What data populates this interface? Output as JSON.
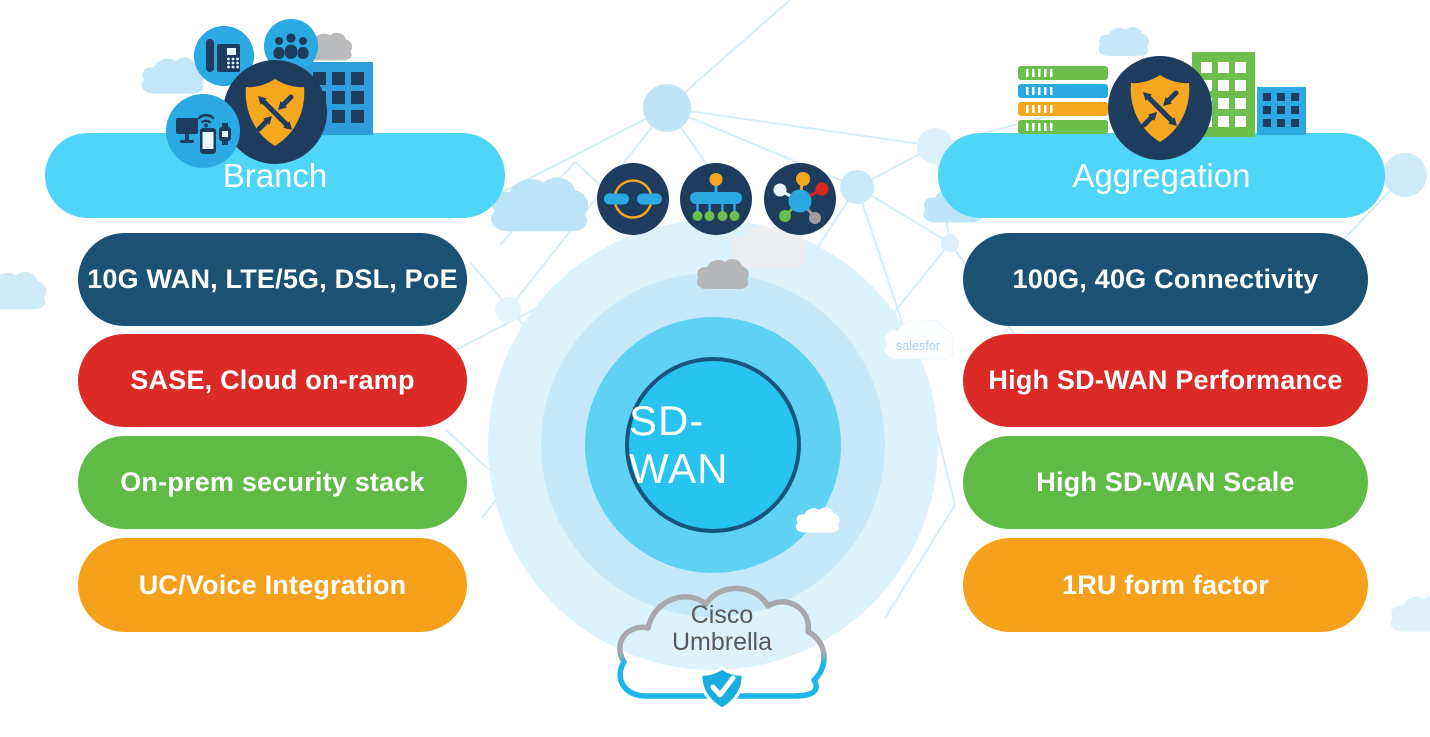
{
  "diagram": {
    "fabric_core": {
      "label": "SD-WAN"
    },
    "branch": {
      "header": "Branch",
      "items": [
        {
          "label": "10G WAN, LTE/5G, DSL, PoE",
          "color": "#1B5172"
        },
        {
          "label": "SASE, Cloud on-ramp",
          "color": "#DC2B26"
        },
        {
          "label": "On-prem security stack",
          "color": "#5FBA46"
        },
        {
          "label": "UC/Voice Integration",
          "color": "#F5A11C"
        }
      ],
      "icons": [
        "desk-phone",
        "team-users",
        "multi-device",
        "sdwan-router-shield",
        "office-building"
      ]
    },
    "aggregation": {
      "header": "Aggregation",
      "items": [
        {
          "label": "100G, 40G Connectivity",
          "color": "#1B5172"
        },
        {
          "label": "High SD-WAN Performance",
          "color": "#DC2B26"
        },
        {
          "label": "High SD-WAN Scale",
          "color": "#5FBA46"
        },
        {
          "label": "1RU form factor",
          "color": "#F5A11C"
        }
      ],
      "icons": [
        "server-stack",
        "sdwan-router-shield",
        "green-building",
        "blue-building"
      ]
    },
    "cloud_security": {
      "line1": "Cisco",
      "line2": "Umbrella",
      "icon": "check-shield"
    },
    "background_brand": "salesfor",
    "topology_icons": [
      "point-to-point",
      "hub-and-spoke-tree",
      "full-mesh-hub"
    ],
    "colors": {
      "header_pill": "#4FD5F7",
      "navy_pill": "#1B5172",
      "red_pill": "#DC2B26",
      "green_pill": "#5FBA46",
      "orange_pill": "#F5A11C",
      "core_fill": "#29C3EF",
      "core_border": "#17557E",
      "ring_inner": "#5FD2F3",
      "ring_mid": "#C5E9FA",
      "ring_outer": "#DDF3FC",
      "icon_circle_navy": "#1E3C5E",
      "icon_circle_blue": "#2BA9E2",
      "shield_orange": "#F5A71F",
      "umbrella_gray": "#A7A9AC",
      "umbrella_blue": "#1CB6EA",
      "umbrella_shield_blue": "#18AEE0"
    }
  }
}
